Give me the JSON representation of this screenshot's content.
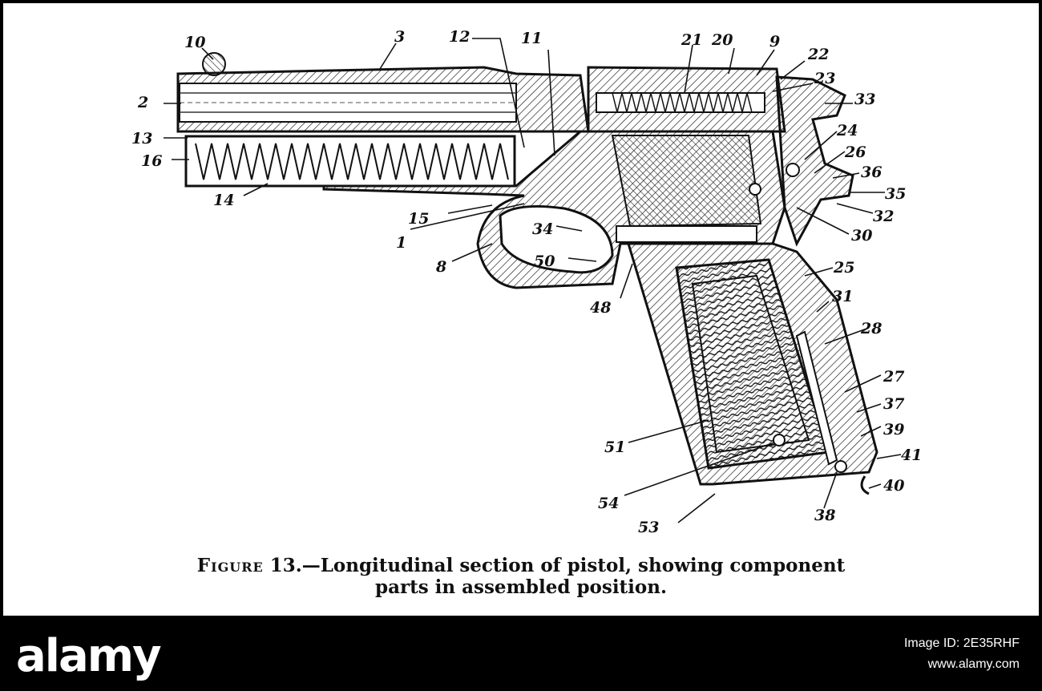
{
  "figure": {
    "caption_label": "Figure",
    "caption_rest": " 13.—Longitudinal section of pistol, showing component",
    "caption_line2": "parts in assembled position.",
    "callouts": [
      "10",
      "3",
      "12",
      "11",
      "21",
      "20",
      "9",
      "22",
      "23",
      "33",
      "2",
      "13",
      "16",
      "14",
      "24",
      "26",
      "36",
      "35",
      "32",
      "15",
      "1",
      "34",
      "30",
      "8",
      "50",
      "25",
      "48",
      "31",
      "28",
      "27",
      "37",
      "39",
      "41",
      "40",
      "51",
      "54",
      "53",
      "38"
    ]
  },
  "footer": {
    "brand": "alamy",
    "image_id": "Image ID: 2E35RHF",
    "site": "www.alamy.com"
  }
}
